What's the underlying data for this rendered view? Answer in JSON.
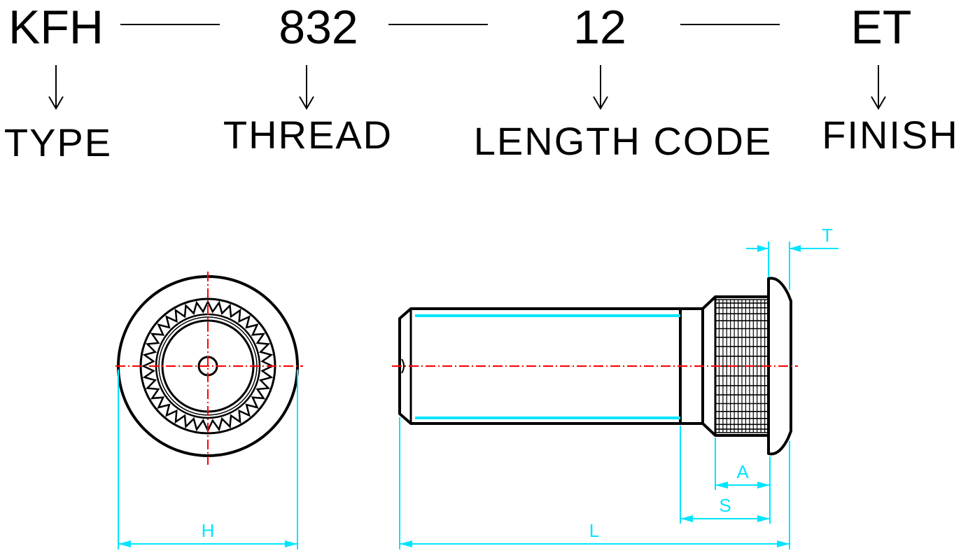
{
  "part_number": {
    "segments": [
      {
        "code": "KFH",
        "label": "TYPE"
      },
      {
        "code": "832",
        "label": "THREAD"
      },
      {
        "code": "12",
        "label": "LENGTH CODE"
      },
      {
        "code": "ET",
        "label": "FINISH"
      }
    ]
  },
  "dimensions": {
    "head_diameter": "H",
    "length": "L",
    "shank": "S",
    "knurl": "A",
    "head_thickness": "T"
  },
  "colors": {
    "outline": "#000000",
    "dimension": "#00e5ff",
    "centerline": "#ff0000",
    "background": "#ffffff"
  }
}
